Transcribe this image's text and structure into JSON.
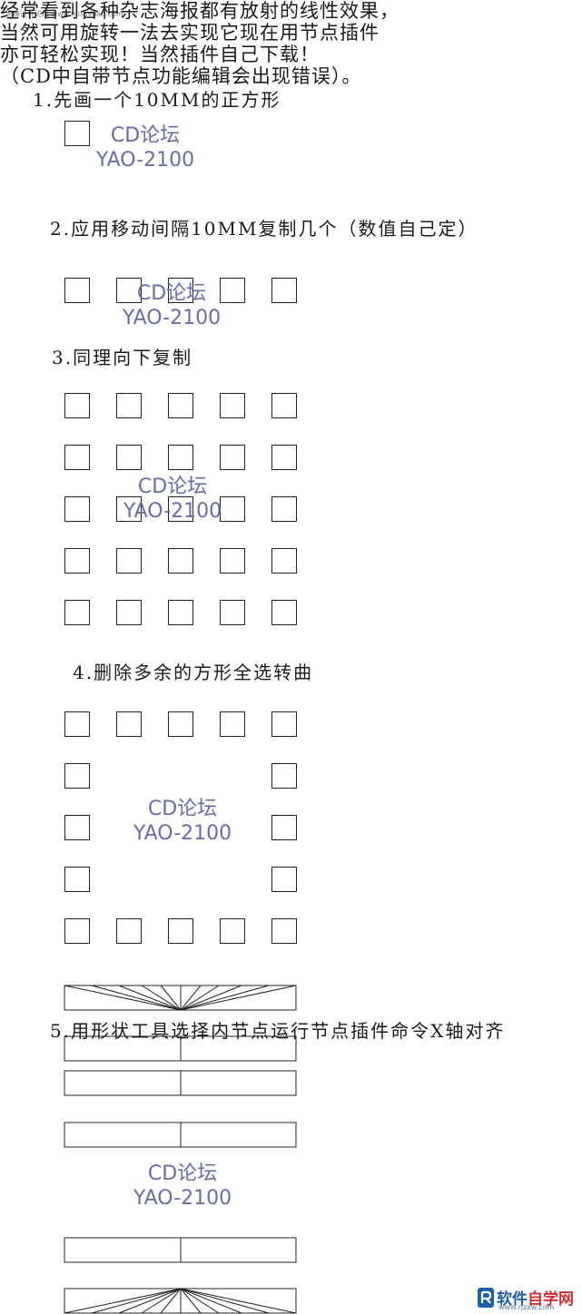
{
  "intro": {
    "line1": "经常看到各种杂志海报都有放射的线性效果，",
    "line2": "当然可用旋转一法去实现它现在用节点插件",
    "line3": "亦可轻松实现！当然插件自己下载！",
    "line4": "（CD中自带节点功能编辑会出现错误）。"
  },
  "tiny_site": "思缘设计论坛 www.missyuan.com",
  "steps": {
    "s1": "1.先画一个10MM的正方形",
    "s2": "2.应用移动间隔10MM复制几个（数值自己定）",
    "s3": "3.同理向下复制",
    "s4": "4.删除多余的方形全选转曲",
    "s5": "5.用形状工具选择内节点运行节点插件命令X轴对齐"
  },
  "watermark": {
    "line1": "CD论坛",
    "line2": "YAO-2100"
  },
  "logo": {
    "name_a": "软件",
    "name_b": "自学网",
    "url": "www.rjzxw.com"
  },
  "colors": {
    "watermark": "#6b6ba8",
    "logo_blue": "#1f5fa8",
    "logo_red": "#d53030"
  }
}
